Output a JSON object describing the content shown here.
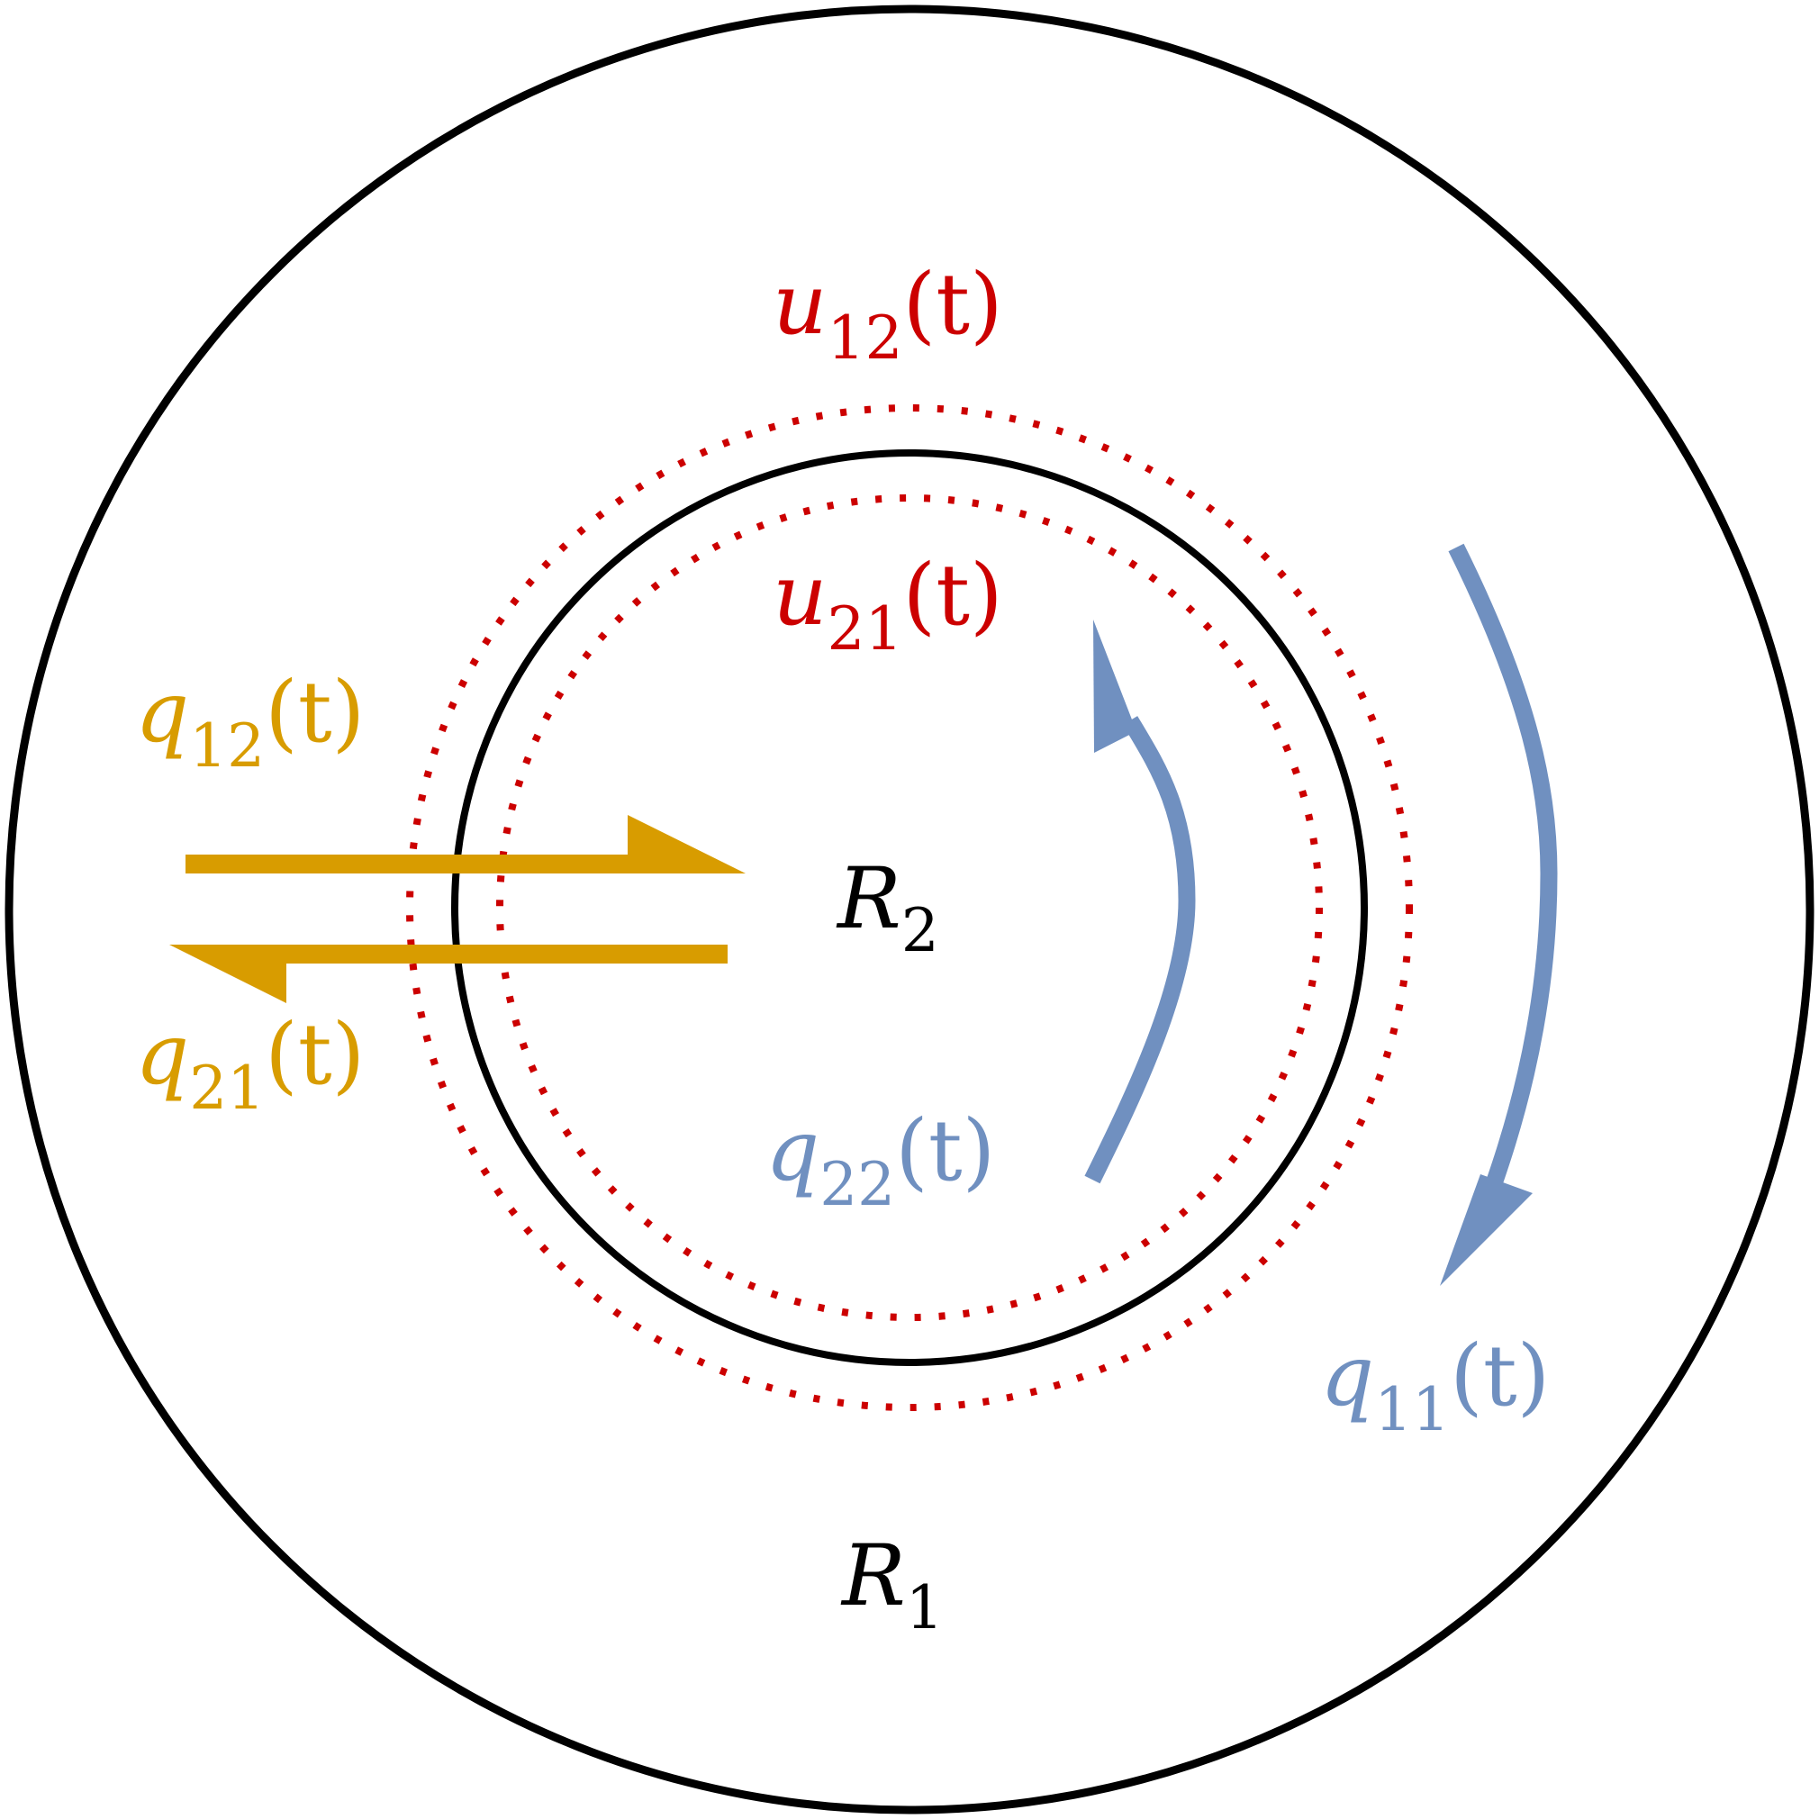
{
  "colors": {
    "boundary": "#000000",
    "interface": "#cc0000",
    "exchange": "#d89c00",
    "internal": "#7090c0"
  },
  "regions": {
    "outer": {
      "name": "R",
      "sub": "1"
    },
    "inner": {
      "name": "R",
      "sub": "2"
    }
  },
  "labels": {
    "u12": {
      "base": "u",
      "sub": "12",
      "arg": "(t)"
    },
    "u21": {
      "base": "u",
      "sub": "21",
      "arg": "(t)"
    },
    "q12": {
      "base": "q",
      "sub": "12",
      "arg": "(t)"
    },
    "q21": {
      "base": "q",
      "sub": "21",
      "arg": "(t)"
    },
    "q22": {
      "base": "q",
      "sub": "22",
      "arg": "(t)"
    },
    "q11": {
      "base": "q",
      "sub": "11",
      "arg": "(t)"
    }
  }
}
